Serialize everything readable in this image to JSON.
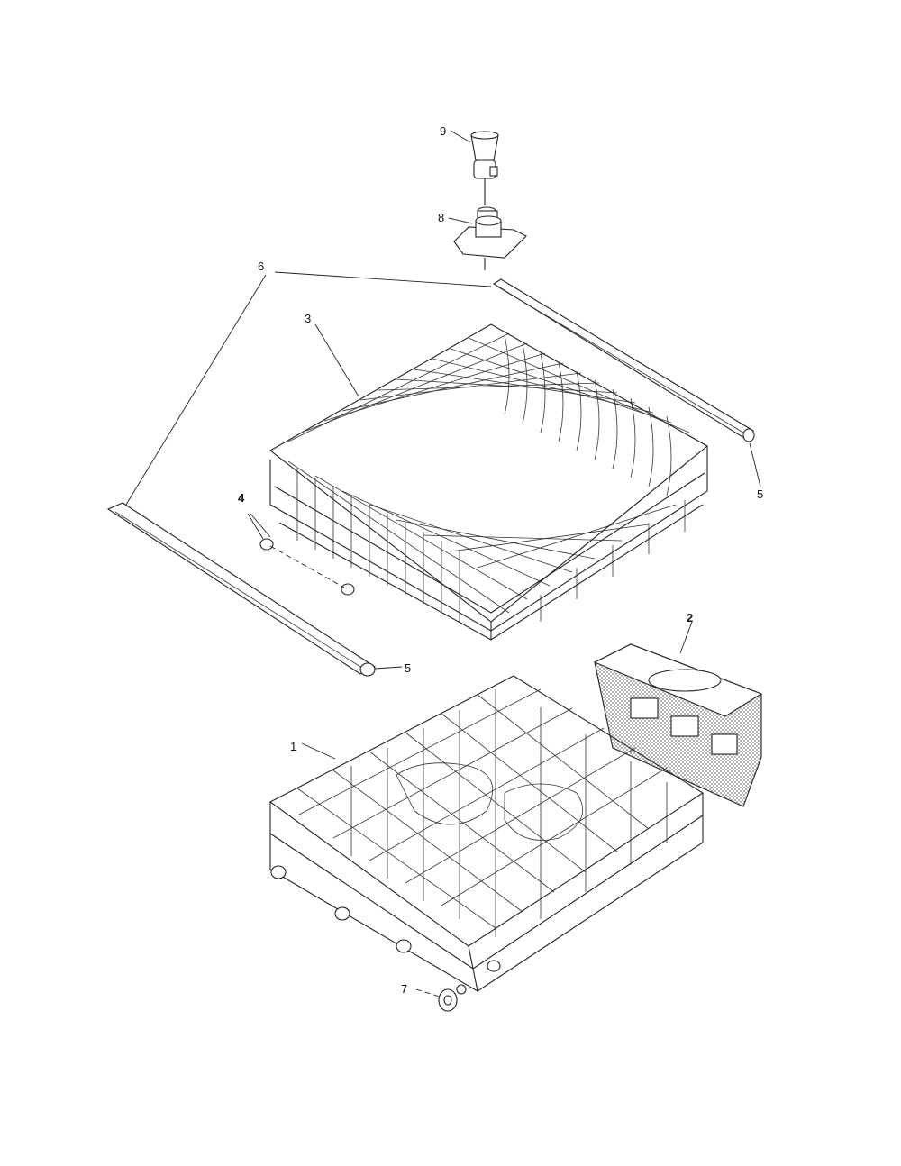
{
  "callouts": [
    {
      "id": "c9",
      "text": "9"
    },
    {
      "id": "c8",
      "text": "8"
    },
    {
      "id": "c6",
      "text": "6"
    },
    {
      "id": "c3",
      "text": "3"
    },
    {
      "id": "c5a",
      "text": "5"
    },
    {
      "id": "c4",
      "text": "4"
    },
    {
      "id": "c5b",
      "text": "5"
    },
    {
      "id": "c2",
      "text": "2"
    },
    {
      "id": "c1",
      "text": "1"
    },
    {
      "id": "c7",
      "text": "7"
    }
  ]
}
